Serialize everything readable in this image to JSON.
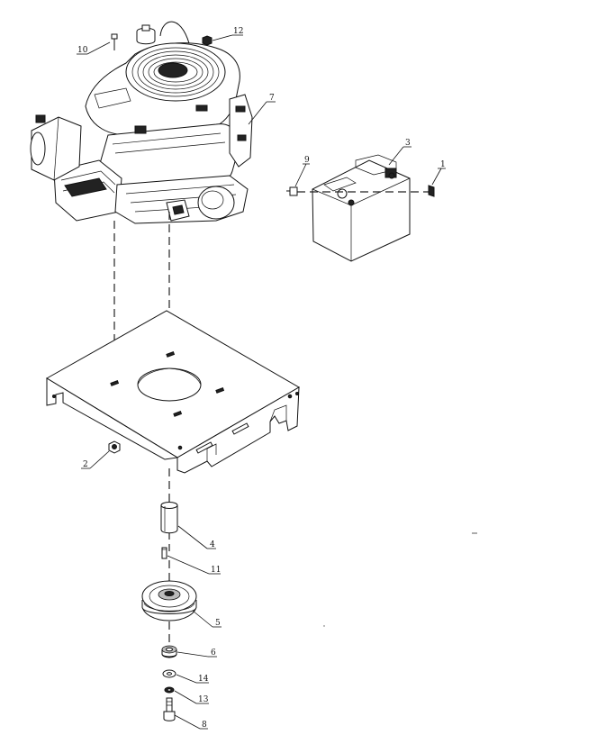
{
  "callouts": [
    {
      "id": "c1",
      "label": "1"
    },
    {
      "id": "c2",
      "label": "2"
    },
    {
      "id": "c3",
      "label": "3"
    },
    {
      "id": "c4",
      "label": "4"
    },
    {
      "id": "c5",
      "label": "5"
    },
    {
      "id": "c6",
      "label": "6"
    },
    {
      "id": "c7",
      "label": "7"
    },
    {
      "id": "c8",
      "label": "8"
    },
    {
      "id": "c9",
      "label": "9"
    },
    {
      "id": "c10",
      "label": "10"
    },
    {
      "id": "c11",
      "label": "11"
    },
    {
      "id": "c12",
      "label": "12"
    },
    {
      "id": "c13",
      "label": "13"
    },
    {
      "id": "c14",
      "label": "14"
    }
  ],
  "parts": {
    "engine": "engine-assembly",
    "battery": "battery",
    "mount_plate": "engine-mount-plate",
    "spacer": "spacer-tube",
    "key": "shaft-key",
    "pulley": "drive-pulley",
    "bearing": "bearing",
    "washer": "washer",
    "lock_washer": "lock-washer",
    "bolt": "pulley-bolt"
  }
}
